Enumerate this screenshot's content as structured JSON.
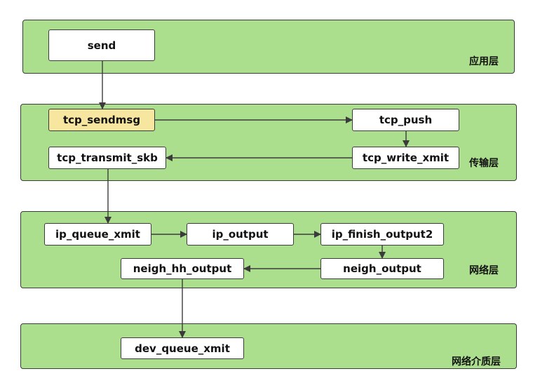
{
  "colors": {
    "layer_fill": "#acdf8d",
    "node_fill": "#ffffff",
    "highlight_fill": "#f7e6a0",
    "stroke": "#3b3b3b"
  },
  "layers": {
    "application": "应用层",
    "transport": "传输层",
    "network": "网络层",
    "link": "网络介质层"
  },
  "nodes": {
    "send": "send",
    "tcp_sendmsg": "tcp_sendmsg",
    "tcp_push": "tcp_push",
    "tcp_write_xmit": "tcp_write_xmit",
    "tcp_transmit_skb": "tcp_transmit_skb",
    "ip_queue_xmit": "ip_queue_xmit",
    "ip_output": "ip_output",
    "ip_finish_output2": "ip_finish_output2",
    "neigh_output": "neigh_output",
    "neigh_hh_output": "neigh_hh_output",
    "dev_queue_xmit": "dev_queue_xmit"
  },
  "edges": [
    {
      "from": "send",
      "to": "tcp_sendmsg"
    },
    {
      "from": "tcp_sendmsg",
      "to": "tcp_push"
    },
    {
      "from": "tcp_push",
      "to": "tcp_write_xmit"
    },
    {
      "from": "tcp_write_xmit",
      "to": "tcp_transmit_skb"
    },
    {
      "from": "tcp_transmit_skb",
      "to": "ip_queue_xmit"
    },
    {
      "from": "ip_queue_xmit",
      "to": "ip_output"
    },
    {
      "from": "ip_output",
      "to": "ip_finish_output2"
    },
    {
      "from": "ip_finish_output2",
      "to": "neigh_output"
    },
    {
      "from": "neigh_output",
      "to": "neigh_hh_output"
    },
    {
      "from": "neigh_hh_output",
      "to": "dev_queue_xmit"
    }
  ]
}
